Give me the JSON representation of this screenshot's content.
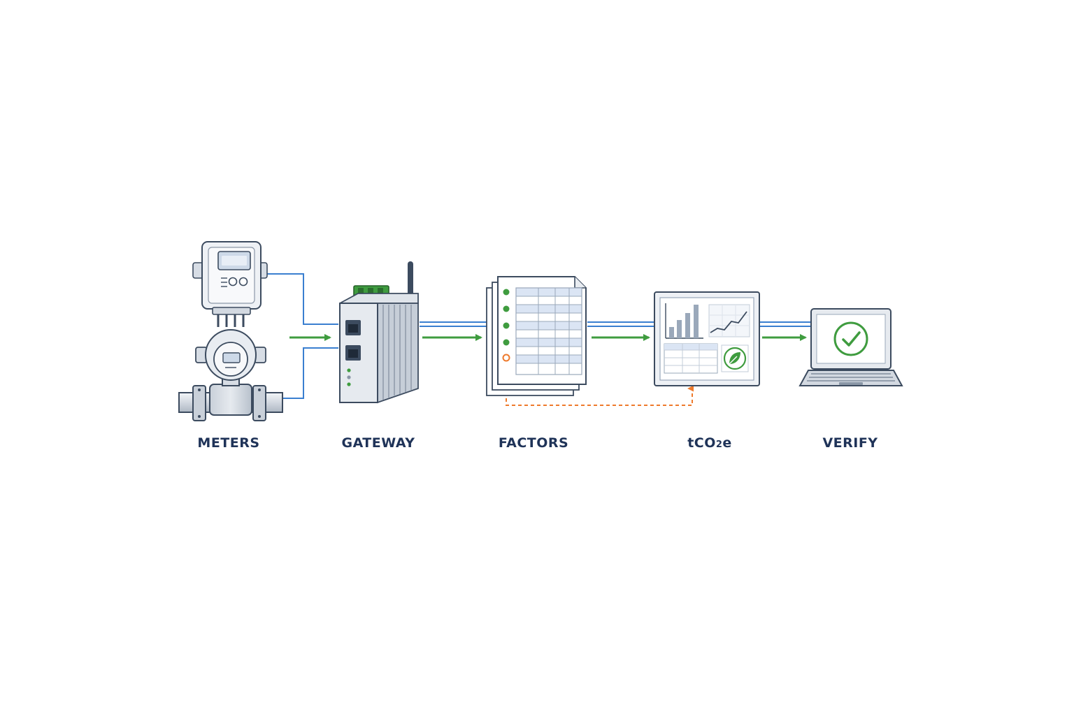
{
  "colors": {
    "navy": "#1f3358",
    "outline": "#3c4b5f",
    "blue_link": "#3a7fd0",
    "green_flow": "#3f9c3f",
    "orange_feedback": "#ee7a2c",
    "device_gray": "#d3d9e1",
    "device_light": "#eef1f5",
    "table_tint": "#dbe5f4"
  },
  "flow": {
    "stages": [
      {
        "id": "meters",
        "label": "METERS"
      },
      {
        "id": "gateway",
        "label": "GATEWAY"
      },
      {
        "id": "factors",
        "label": "FACTORS"
      },
      {
        "id": "tco2e",
        "label_main": "tCO",
        "label_sub": "2",
        "label_tail": "e"
      },
      {
        "id": "verify",
        "label": "VERIFY"
      }
    ]
  },
  "icons": {
    "meters": [
      "electricity-meter-icon",
      "flow-meter-icon"
    ],
    "gateway": "industrial-gateway-icon",
    "factors": "emission-factor-table-icon",
    "tco2e": "emissions-dashboard-icon",
    "verify": "laptop-checkmark-icon"
  }
}
